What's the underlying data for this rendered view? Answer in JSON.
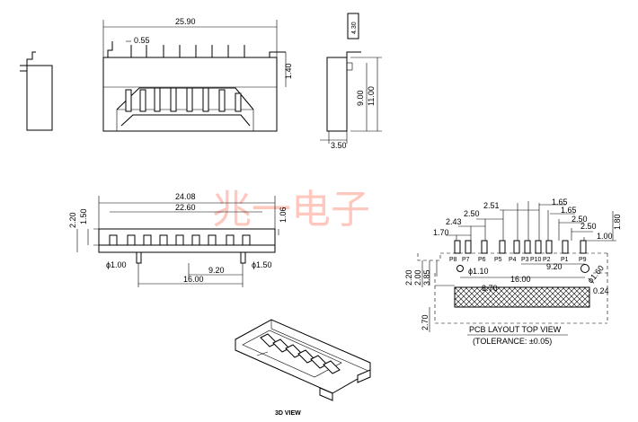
{
  "watermark": "兆一电子",
  "front_view": {
    "width_dim": "25.90",
    "pin_dim": "0.55",
    "height_dim_a": "1.40",
    "height_dim_b": "9.00",
    "height_dim_c": "11.00",
    "depth_dim": "3.50",
    "tag_text": "4.30"
  },
  "bottom_view": {
    "width_outer": "24.08",
    "width_inner": "22.60",
    "height_a": "2.20",
    "height_b": "1.50",
    "height_c": "1.06",
    "post_left": "ϕ1.00",
    "post_right": "ϕ1.50",
    "span_a": "9.20",
    "span_b": "16.00"
  },
  "pcb_layout": {
    "pitch_labels": [
      "2.51",
      "1.65",
      "1.65",
      "2.50",
      "2.50",
      "2.43",
      "1.70",
      "2.50",
      "1.00"
    ],
    "height_dim": "1.80",
    "pin_labels": [
      "P8",
      "P7",
      "P6",
      "P5",
      "P4",
      "P3",
      "P10",
      "P2",
      "P1",
      "P9"
    ],
    "hole_left": "ϕ1.10",
    "hole_right": "ϕ1.60",
    "span_a": "9.20",
    "span_b": "16.00",
    "dim_3_70": "3.70",
    "dim_0_24": "0.24",
    "dim_2_20": "2.20",
    "dim_2_00": "2.00",
    "dim_3_85": "3.85",
    "dim_2_70": "2.70",
    "title": "PCB LAYOUT TOP VIEW",
    "tolerance": "(TOLERANCE: ±0.05)"
  },
  "view_3d": {
    "label": "3D VIEW"
  }
}
